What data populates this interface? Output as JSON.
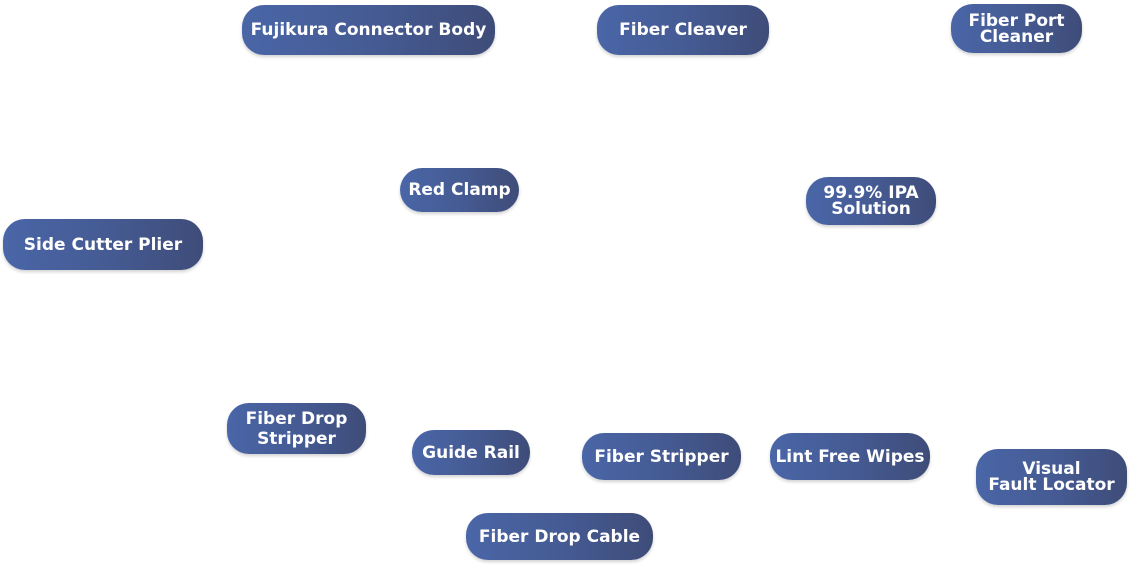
{
  "labels": {
    "fujikura_connector_body": "Fujikura Connector Body",
    "fiber_cleaver": "Fiber Cleaver",
    "fiber_port_cleaner": "Fiber Port\nCleaner",
    "red_clamp": "Red Clamp",
    "ipa_solution": "99.9% IPA\nSolution",
    "side_cutter_plier": "Side Cutter Plier",
    "fiber_drop_stripper": "Fiber Drop\nStripper",
    "guide_rail": "Guide Rail",
    "fiber_stripper": "Fiber Stripper",
    "lint_free_wipes": "Lint Free Wipes",
    "visual_fault_locator": "Visual\nFault Locator",
    "fiber_drop_cable": "Fiber Drop Cable"
  },
  "colors": {
    "pill_start": "#4a66a7",
    "pill_end": "#3e4c78",
    "text": "#ffffff"
  }
}
